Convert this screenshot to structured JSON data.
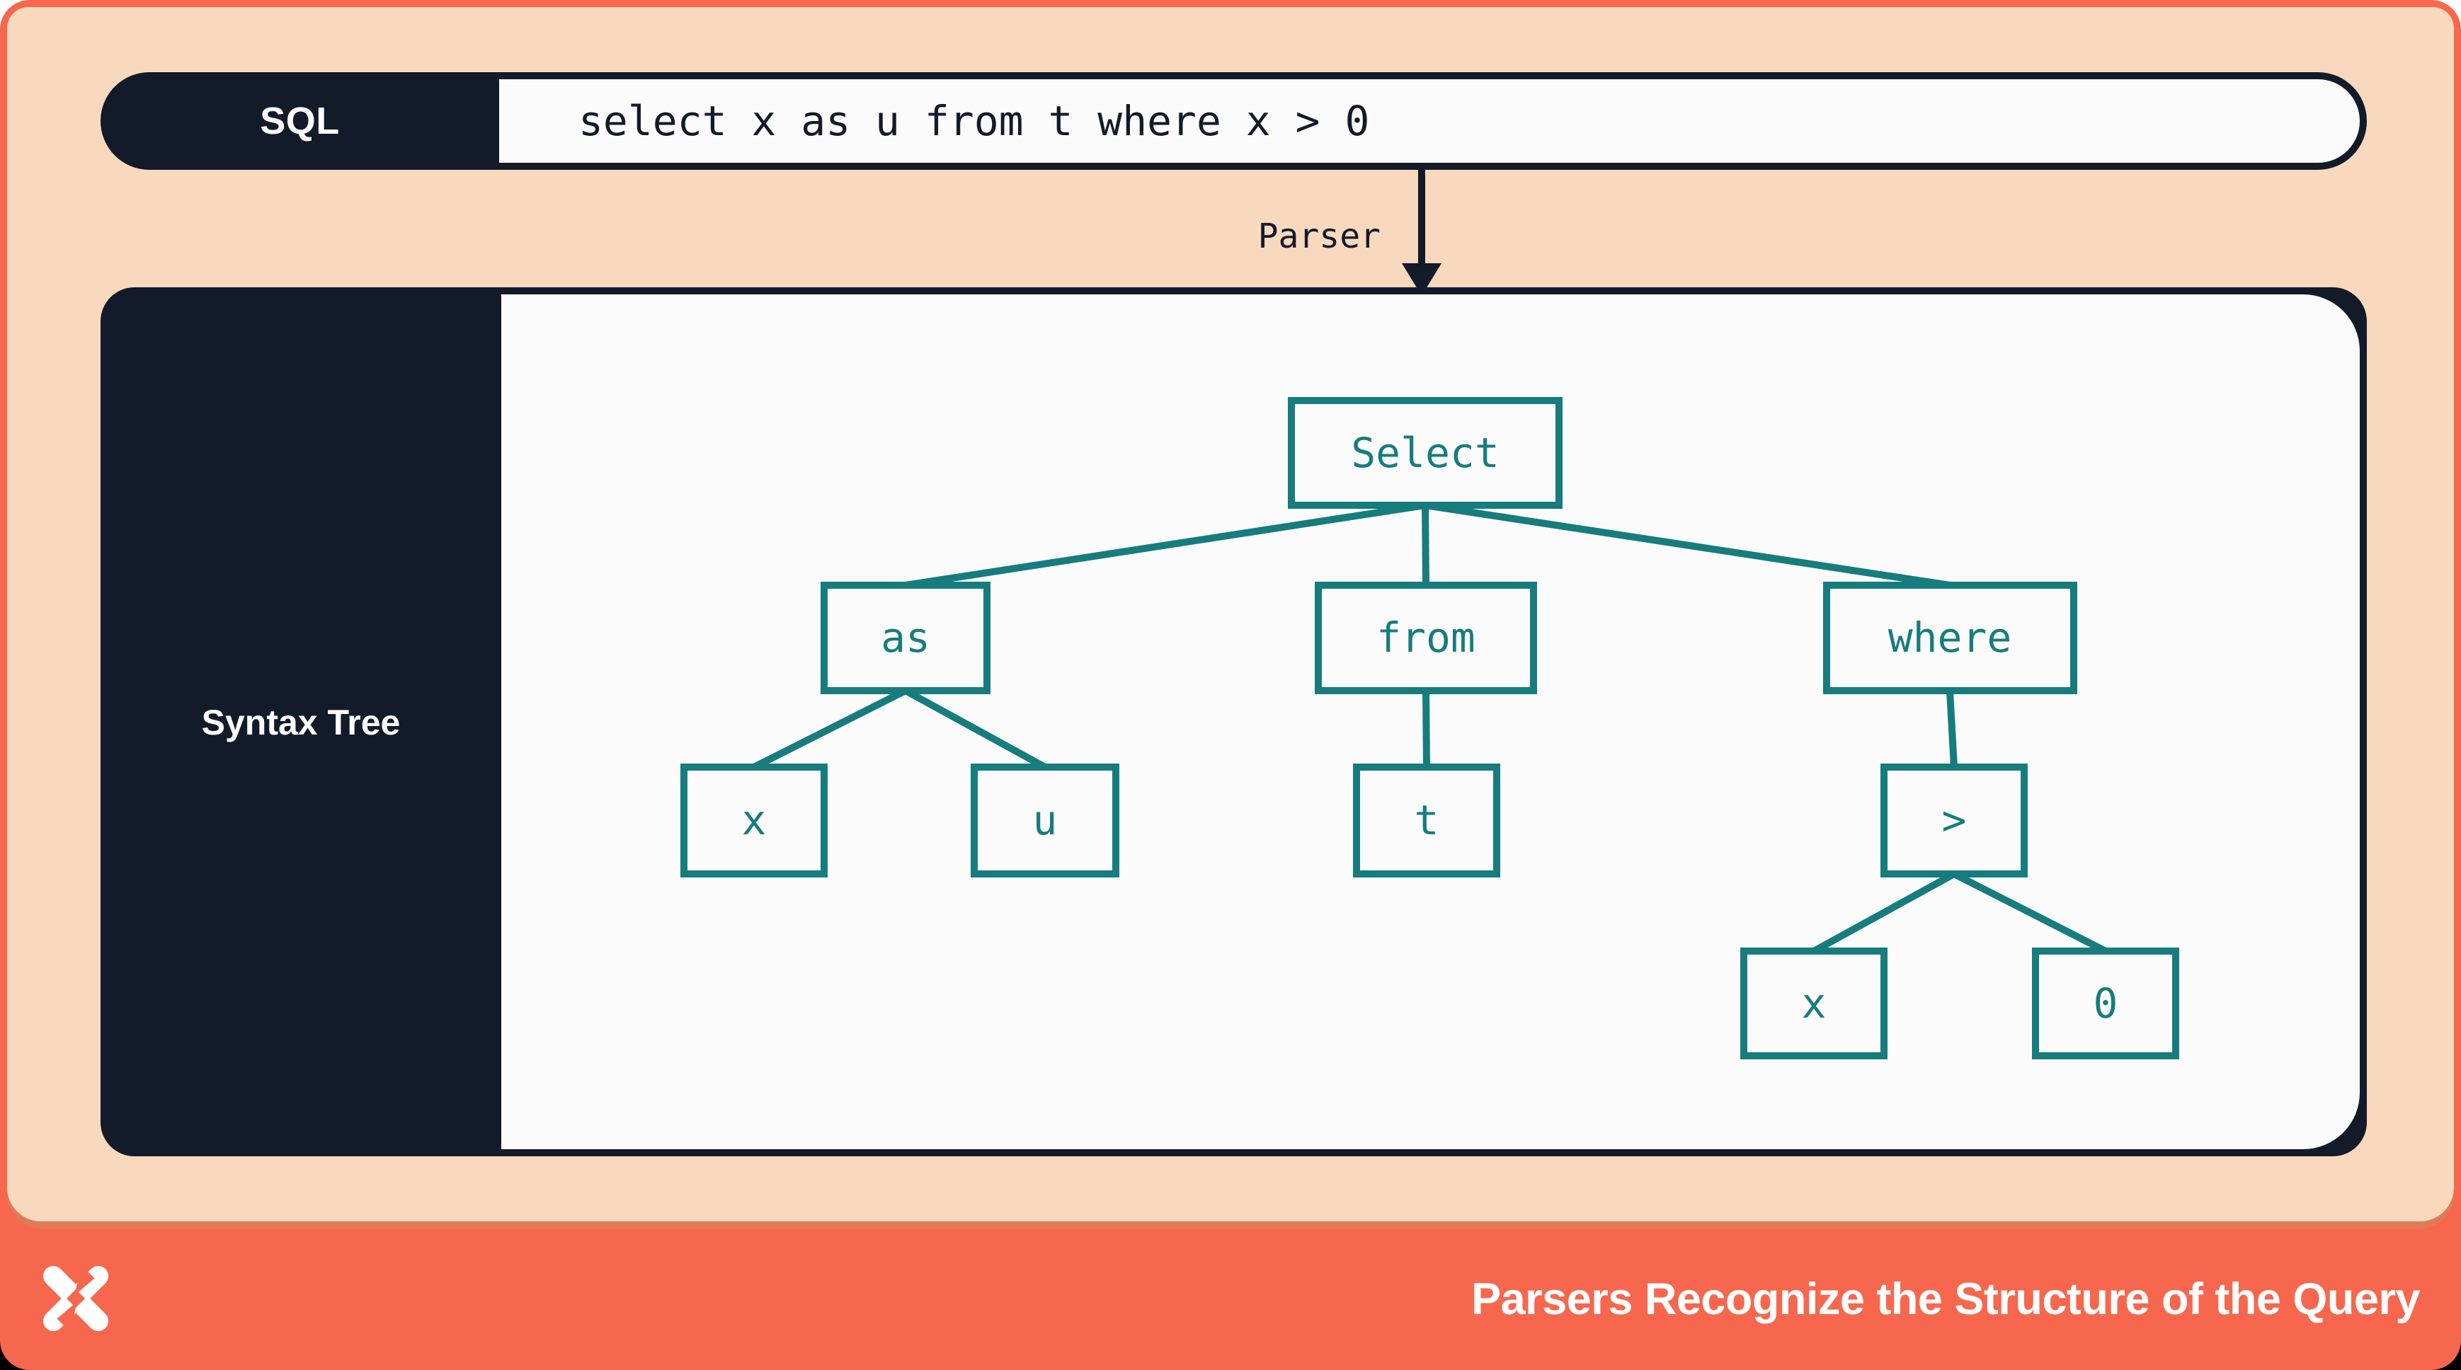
{
  "header": {
    "label": "SQL",
    "code": "select x as u from t where x > 0"
  },
  "parser": {
    "label": "Parser"
  },
  "panel": {
    "label": "Syntax Tree"
  },
  "tree": {
    "root": {
      "label": "Select",
      "children": [
        {
          "label": "as",
          "children": [
            {
              "label": "x"
            },
            {
              "label": "u"
            }
          ]
        },
        {
          "label": "from",
          "children": [
            {
              "label": "t"
            }
          ]
        },
        {
          "label": "where",
          "children": [
            {
              "label": ">",
              "children": [
                {
                  "label": "x"
                },
                {
                  "label": "0"
                }
              ]
            }
          ]
        }
      ]
    }
  },
  "footer": {
    "caption": "Parsers Recognize the Structure of the Query"
  },
  "colors": {
    "coral": "#f7674d",
    "coral_shade": "#e07a56",
    "peach": "#f8d9bd",
    "navy": "#131a29",
    "teal": "#177c7e",
    "box_white": "#fbfbfb",
    "text_white": "#ffffff"
  }
}
